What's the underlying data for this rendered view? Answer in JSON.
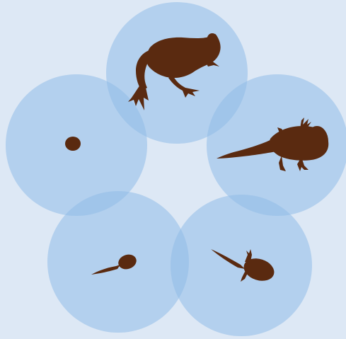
{
  "diagram": {
    "type": "life-cycle",
    "stages": [
      {
        "id": "egg",
        "icon": "egg-icon"
      },
      {
        "id": "tadpole",
        "icon": "tadpole-icon"
      },
      {
        "id": "tadpole-with-legs",
        "icon": "tadpole-legs-icon"
      },
      {
        "id": "froglet",
        "icon": "froglet-icon"
      },
      {
        "id": "adult-frog",
        "icon": "frog-icon"
      }
    ]
  },
  "colors": {
    "background": "#dde8f5",
    "bubble": "#8fbbe7",
    "silhouette": "#5a2a10"
  }
}
